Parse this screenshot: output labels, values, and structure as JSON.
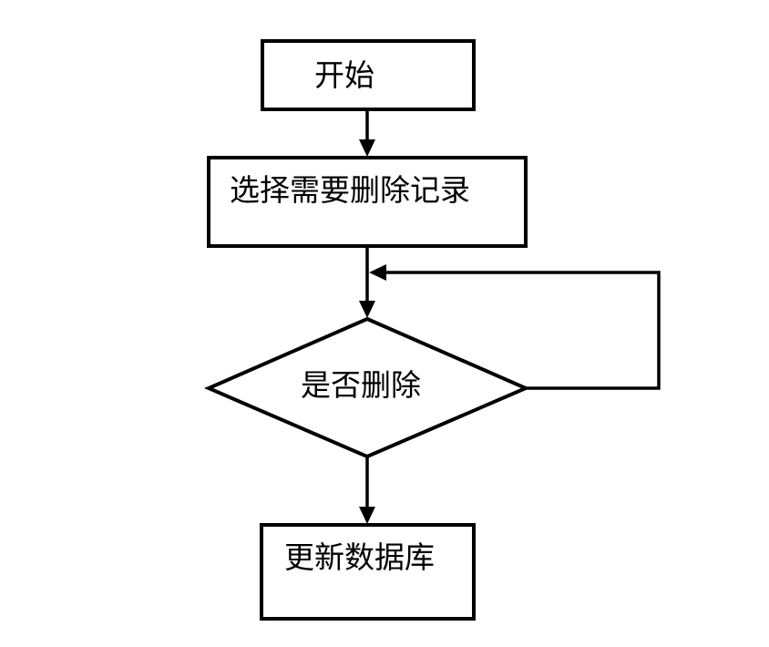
{
  "page": {
    "background": "#ffffff"
  },
  "diagram": {
    "type": "flowchart",
    "stroke_color": "#000000",
    "text_color": "#000000",
    "node_fill": "#ffffff",
    "nodes": [
      {
        "id": "start",
        "shape": "rectangle",
        "label": "开始"
      },
      {
        "id": "select-records",
        "shape": "rectangle",
        "label": "选择需要删除记录"
      },
      {
        "id": "confirm-delete",
        "shape": "diamond",
        "label": "是否删除"
      },
      {
        "id": "update-database",
        "shape": "rectangle",
        "label": "更新数据库"
      }
    ],
    "edges": [
      {
        "from": "start",
        "to": "select-records",
        "label": ""
      },
      {
        "from": "select-records",
        "to": "confirm-delete",
        "label": ""
      },
      {
        "from": "confirm-delete",
        "to": "select-to-confirm-connector",
        "kind": "loop-back",
        "label": ""
      },
      {
        "from": "confirm-delete",
        "to": "update-database",
        "label": ""
      }
    ]
  }
}
